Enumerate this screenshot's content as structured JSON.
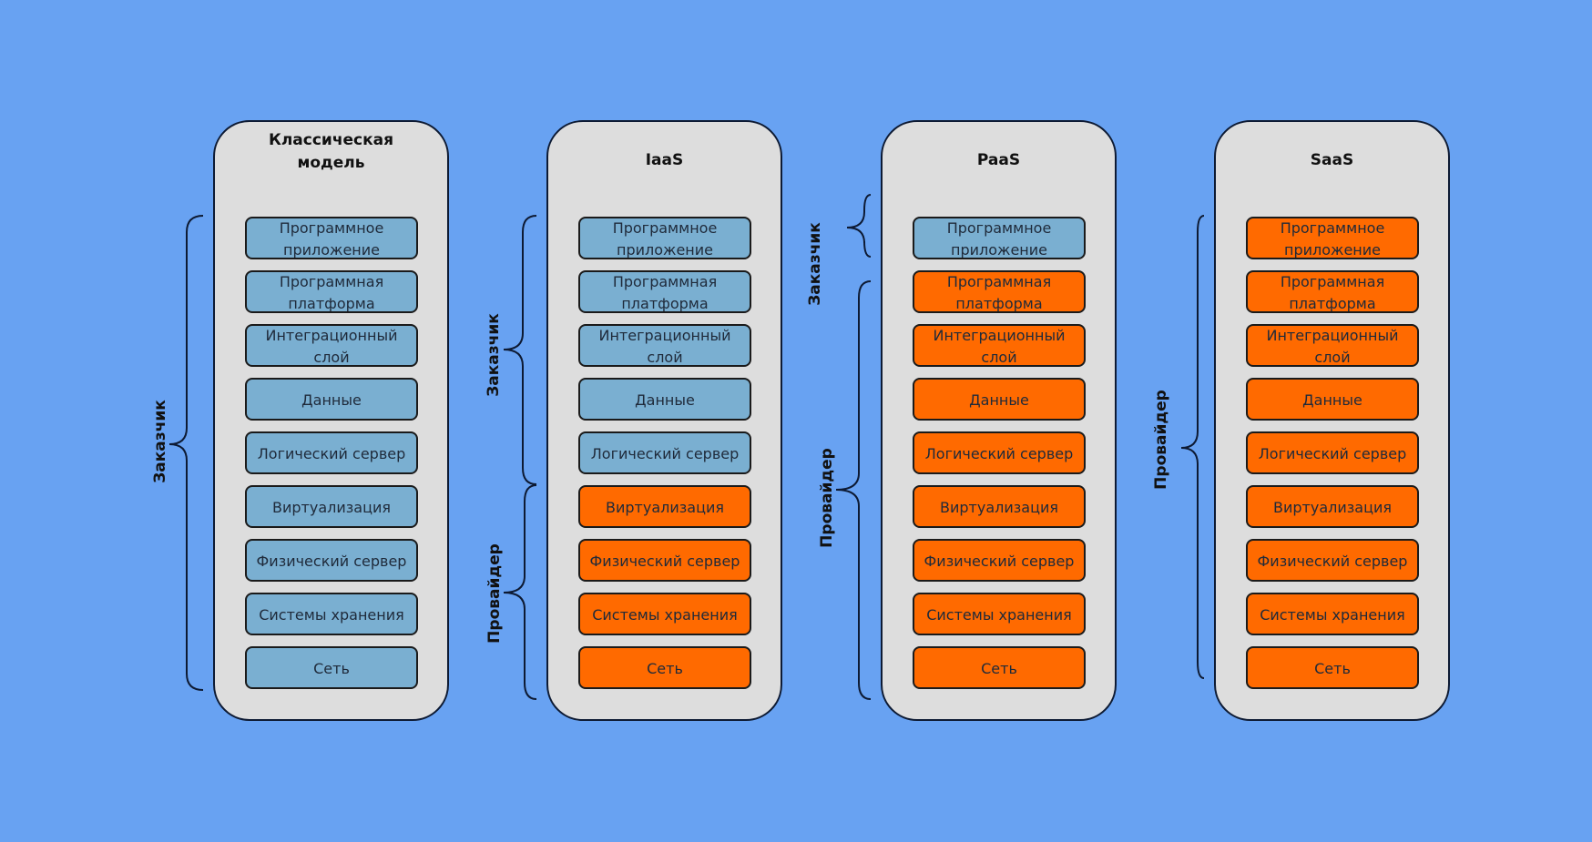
{
  "colors": {
    "background": "#68a2f2",
    "panel": "#dddddd",
    "customer_layer": "#7aafd1",
    "provider_layer": "#ff6a00",
    "outline": "#0d1a33"
  },
  "legend_roles": {
    "customer": "Заказчик",
    "provider": "Провайдер"
  },
  "models": [
    {
      "title": "Классическая модель",
      "title_lines": [
        "Классическая",
        "модель"
      ],
      "customer_layers": 9,
      "braces": [
        {
          "role": "Заказчик",
          "from": 0,
          "to": 8
        }
      ],
      "layers": [
        {
          "label": "Программное приложение",
          "owner": "customer"
        },
        {
          "label": "Программная платформа",
          "owner": "customer"
        },
        {
          "label": "Интеграционный слой",
          "owner": "customer"
        },
        {
          "label": "Данные",
          "owner": "customer"
        },
        {
          "label": "Логический сервер",
          "owner": "customer"
        },
        {
          "label": "Виртуализация",
          "owner": "customer"
        },
        {
          "label": "Физический сервер",
          "owner": "customer"
        },
        {
          "label": "Системы хранения",
          "owner": "customer"
        },
        {
          "label": "Сеть",
          "owner": "customer"
        }
      ]
    },
    {
      "title": "IaaS",
      "title_lines": [
        "IaaS"
      ],
      "customer_layers": 5,
      "braces": [
        {
          "role": "Заказчик",
          "from": 0,
          "to": 4
        },
        {
          "role": "Провайдер",
          "from": 5,
          "to": 8
        }
      ],
      "layers": [
        {
          "label": "Программное приложение",
          "owner": "customer"
        },
        {
          "label": "Программная платформа",
          "owner": "customer"
        },
        {
          "label": "Интеграционный слой",
          "owner": "customer"
        },
        {
          "label": "Данные",
          "owner": "customer"
        },
        {
          "label": "Логический сервер",
          "owner": "customer"
        },
        {
          "label": "Виртуализация",
          "owner": "provider"
        },
        {
          "label": "Физический сервер",
          "owner": "provider"
        },
        {
          "label": "Системы хранения",
          "owner": "provider"
        },
        {
          "label": "Сеть",
          "owner": "provider"
        }
      ]
    },
    {
      "title": "PaaS",
      "title_lines": [
        "PaaS"
      ],
      "customer_layers": 1,
      "braces": [
        {
          "role": "Заказчик",
          "from": 0,
          "to": 0
        },
        {
          "role": "Провайдер",
          "from": 1,
          "to": 8
        }
      ],
      "layers": [
        {
          "label": "Программное приложение",
          "owner": "customer"
        },
        {
          "label": "Программная платформа",
          "owner": "provider"
        },
        {
          "label": "Интеграционный слой",
          "owner": "provider"
        },
        {
          "label": "Данные",
          "owner": "provider"
        },
        {
          "label": "Логический сервер",
          "owner": "provider"
        },
        {
          "label": "Виртуализация",
          "owner": "provider"
        },
        {
          "label": "Физический сервер",
          "owner": "provider"
        },
        {
          "label": "Системы хранения",
          "owner": "provider"
        },
        {
          "label": "Сеть",
          "owner": "provider"
        }
      ]
    },
    {
      "title": "SaaS",
      "title_lines": [
        "SaaS"
      ],
      "customer_layers": 0,
      "braces": [
        {
          "role": "Провайдер",
          "from": 0,
          "to": 8
        }
      ],
      "layers": [
        {
          "label": "Программное приложение",
          "owner": "provider"
        },
        {
          "label": "Программная платформа",
          "owner": "provider"
        },
        {
          "label": "Интеграционный слой",
          "owner": "provider"
        },
        {
          "label": "Данные",
          "owner": "provider"
        },
        {
          "label": "Логический сервер",
          "owner": "provider"
        },
        {
          "label": "Виртуализация",
          "owner": "provider"
        },
        {
          "label": "Физический сервер",
          "owner": "provider"
        },
        {
          "label": "Системы хранения",
          "owner": "provider"
        },
        {
          "label": "Сеть",
          "owner": "provider"
        }
      ]
    }
  ]
}
